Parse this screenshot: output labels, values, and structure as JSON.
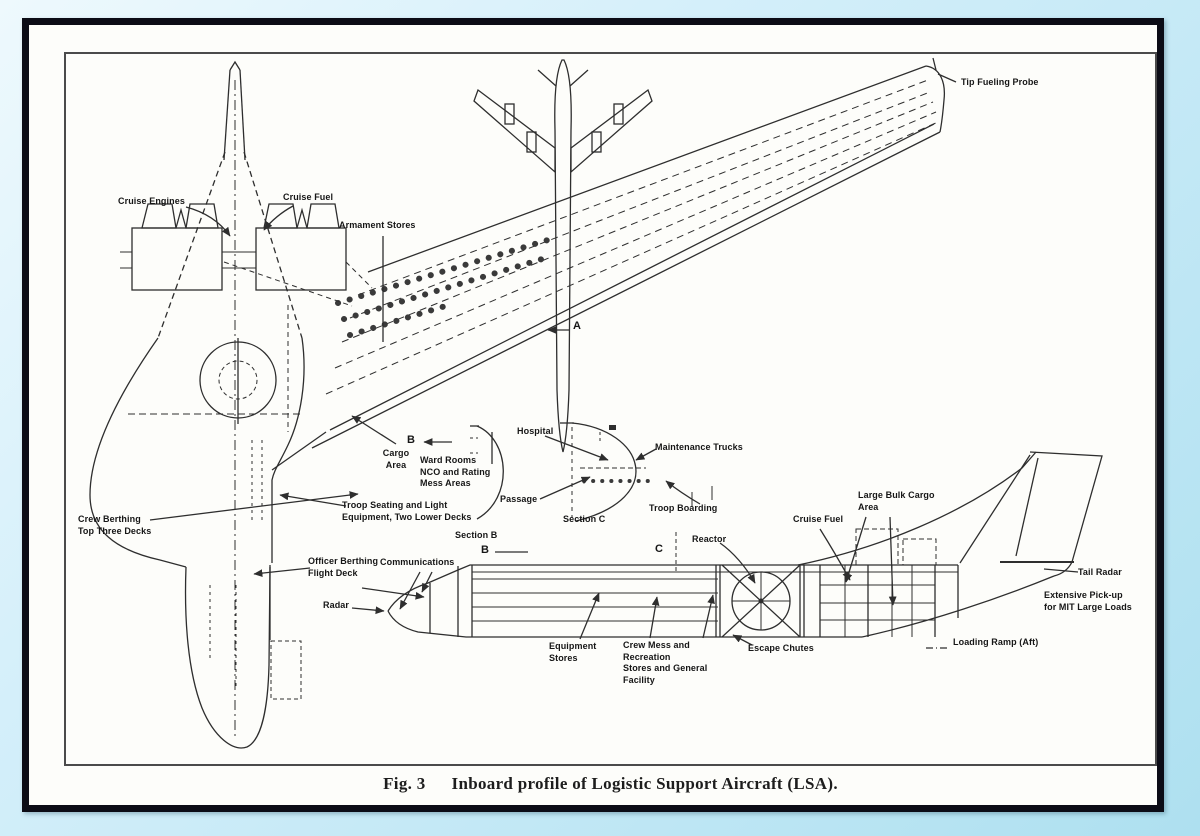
{
  "figure": {
    "caption_fig": "Fig. 3",
    "caption_text": "Inboard profile of Logistic Support Aircraft (LSA)."
  },
  "colors": {
    "photo_border_blue": "#aee0f0",
    "frame_black": "#0c0c16",
    "paper_white": "#fdfdfa",
    "ink": "#2e2e2e"
  },
  "labels": {
    "tip_fueling_probe": "Tip Fueling Probe",
    "cruise_engines": "Cruise Engines",
    "cruise_fuel_top": "Cruise Fuel",
    "armament_stores": "Armament Stores",
    "marker_a": "A",
    "marker_b_top": "B",
    "marker_b_bottom": "B",
    "marker_c": "C",
    "cargo_area": "Cargo\nArea",
    "ward_rooms": "Ward Rooms\nNCO and Rating\nMess Areas",
    "hospital": "Hospital",
    "maintenance_trucks": "Maintenance Trucks",
    "passage": "Passage",
    "section_b": "Section B",
    "section_c": "Section C",
    "troop_seating": "Troop Seating and Light\nEquipment, Two Lower Decks",
    "troop_boarding": "Troop Boarding",
    "reactor": "Reactor",
    "cruise_fuel_side": "Cruise Fuel",
    "large_bulk_cargo": "Large Bulk Cargo\nArea",
    "crew_berthing": "Crew Berthing\nTop Three Decks",
    "officer_berthing": "Officer Berthing\nFlight Deck",
    "communications": "Communications",
    "radar": "Radar",
    "equipment_stores": "Equipment\nStores",
    "crew_mess": "Crew Mess and\nRecreation\nStores and General\nFacility",
    "escape_chutes": "Escape Chutes",
    "tail_radar": "Tail Radar",
    "extensive_pickup": "Extensive Pick-up\nfor MIT Large Loads",
    "loading_ramp": "Loading Ramp (Aft)"
  }
}
